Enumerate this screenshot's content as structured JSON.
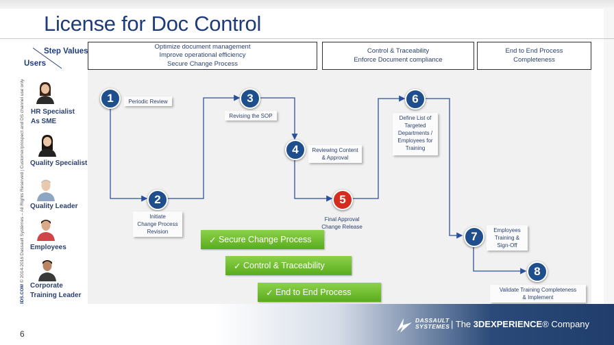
{
  "title": "License for Doc Control",
  "side_text": {
    "brand": "3DS.COM",
    "rest": " © 2014-2016 Dassault Systèmes – All Rights Reserved | Customer/prospect and DS channel use only"
  },
  "header": {
    "step_values": "Step Values",
    "users": "Users",
    "boxes": [
      {
        "lines": [
          "Optimize document management",
          "Improve operational efficiency",
          "Secure Change Process"
        ]
      },
      {
        "lines": [
          "Control & Traceability",
          "Enforce Document compliance"
        ]
      },
      {
        "lines": [
          "End to End Process",
          "Completeness"
        ]
      }
    ]
  },
  "personas": [
    {
      "lines": [
        "HR Specialist",
        "As SME"
      ],
      "icon": "woman-avatar-icon"
    },
    {
      "lines": [
        "Quality Specialist"
      ],
      "icon": "woman-avatar-icon"
    },
    {
      "lines": [
        "Quality Leader"
      ],
      "icon": "man-avatar-icon"
    },
    {
      "lines": [
        "Employees"
      ],
      "icon": "man-avatar-icon"
    },
    {
      "lines": [
        "Corporate",
        "Training Leader"
      ],
      "icon": "man-avatar-icon"
    }
  ],
  "steps": [
    {
      "num": "1",
      "label": [
        "Periodic Review"
      ]
    },
    {
      "num": "2",
      "label": [
        "Initiate",
        "Change Process",
        "Revision"
      ]
    },
    {
      "num": "3",
      "label": [
        "Revising  the SOP"
      ]
    },
    {
      "num": "4",
      "label": [
        "Reviewing Content",
        "& Approval"
      ]
    },
    {
      "num": "5",
      "label": [
        "Final Approval",
        "Change  Release"
      ]
    },
    {
      "num": "6",
      "label": [
        "Define List of",
        "Targeted",
        "Departments /",
        "Employees  for",
        "Training"
      ]
    },
    {
      "num": "7",
      "label": [
        "Employees",
        "Training &",
        "Sign-Off"
      ]
    },
    {
      "num": "8",
      "label": [
        "Validate Training Completeness",
        "& Implement"
      ]
    }
  ],
  "values": [
    {
      "check": "✓",
      "text": "Secure Change Process"
    },
    {
      "check": "✓",
      "text": "Control & Traceability"
    },
    {
      "check": "✓",
      "text": "End to End Process"
    }
  ],
  "footer": {
    "page": "6",
    "logo_line1": "DASSAULT",
    "logo_line2": "SYSTEMES",
    "tagline_pre": "| The ",
    "tagline_brand": "3DEXPERIENCE",
    "tagline_post": "® Company"
  },
  "colors": {
    "title": "#1f3c7a",
    "step": "#1f4e8c",
    "step_highlight": "#d42d1f",
    "value_button": "#6cbd2e",
    "connector": "#2b4f9e"
  }
}
